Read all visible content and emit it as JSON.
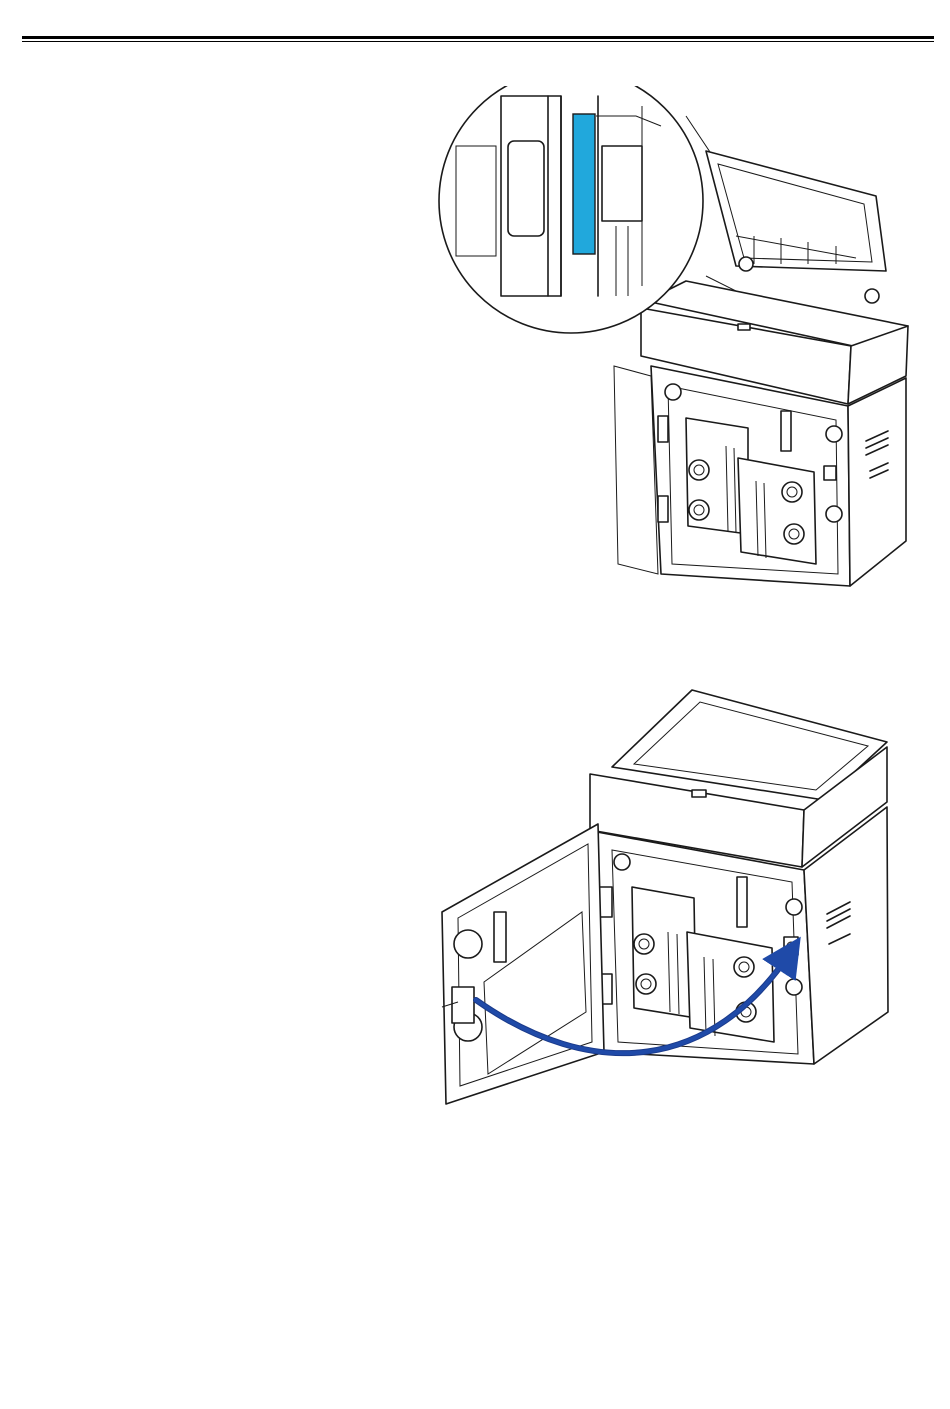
{
  "header": {
    "rule": "double-line"
  },
  "figures": [
    {
      "icon": "printer-ribbon-detail-illustration",
      "highlight_color": "#21a8dc"
    },
    {
      "icon": "printer-open-door-illustration",
      "arrow_color": "#1f4aa8"
    }
  ]
}
